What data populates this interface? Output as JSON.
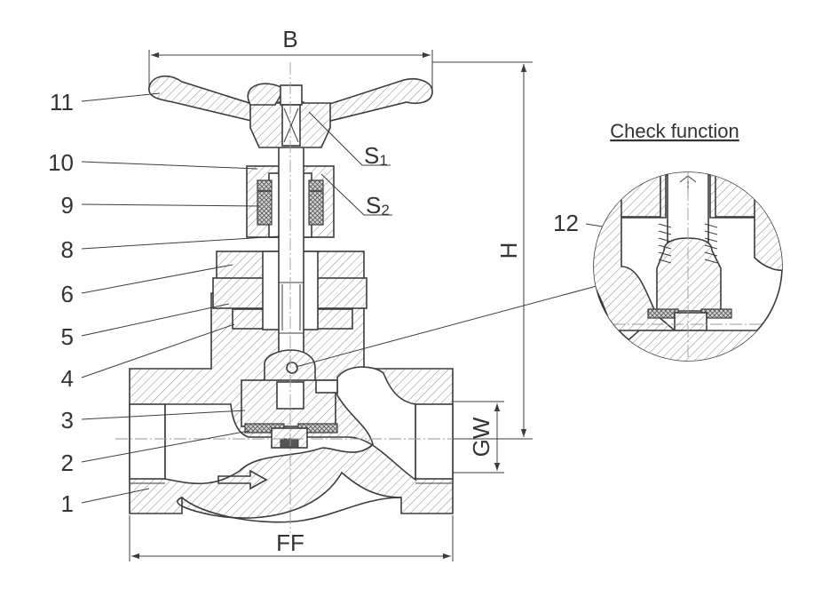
{
  "diagram": {
    "part_numbers": [
      "1",
      "2",
      "3",
      "4",
      "5",
      "6",
      "8",
      "9",
      "10",
      "11",
      "12"
    ],
    "dimensions": {
      "width": "B",
      "height": "H",
      "face_to_face": "FF",
      "thread": "GW"
    },
    "wrench_sizes": {
      "s1": {
        "base": "S",
        "sub": "1"
      },
      "s2": {
        "base": "S",
        "sub": "2"
      }
    },
    "detail_caption": "Check function",
    "flow_arrow_icon": "flow-direction-arrow-icon",
    "colors": {
      "line": "#3c3c3c",
      "text": "#333333",
      "hatch": "#8a8a8a",
      "background": "#ffffff"
    }
  }
}
